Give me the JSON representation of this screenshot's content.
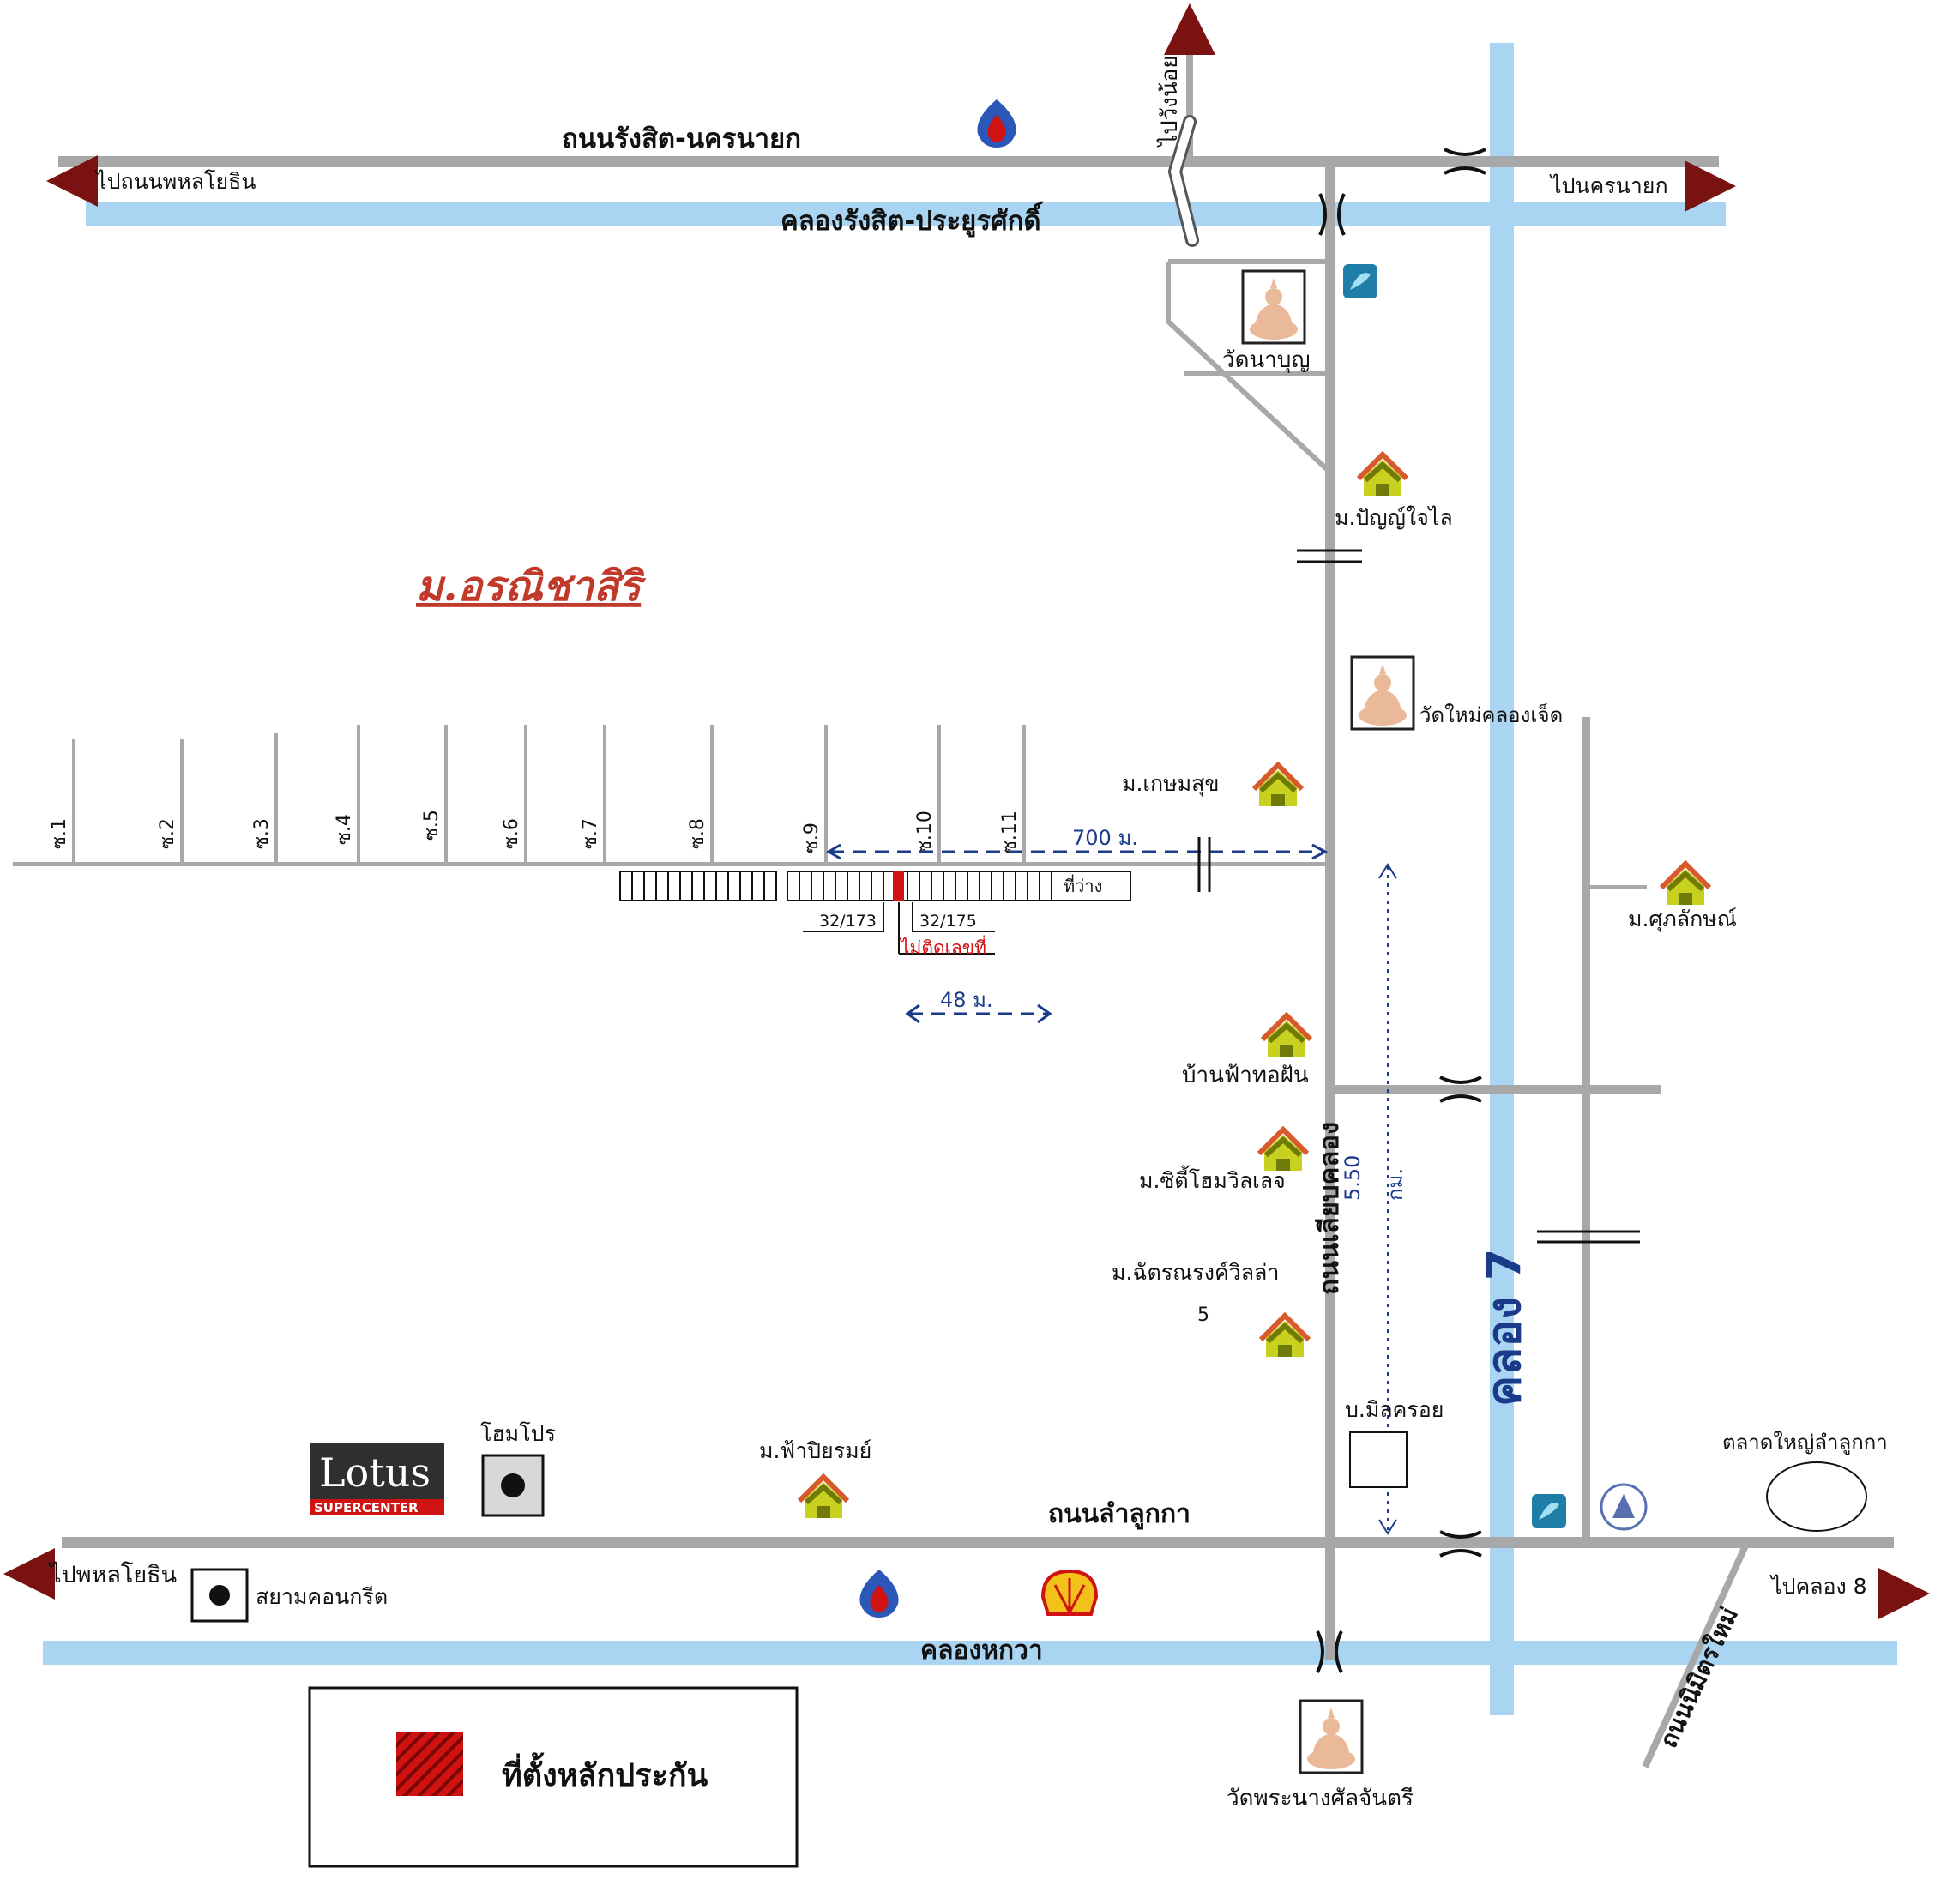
{
  "roads": {
    "rangsit_nakhonnayok": "ถนนรังสิต-นครนายก",
    "to_phahonyothin_top": "ไปถนนพหลโยธิน",
    "to_nakhonnayok": "ไปนครนายก",
    "to_wangnoi": "ไปวังน้อย",
    "lam_luk_ka": "ถนนลำลูกกา",
    "to_phahonyothin_bottom": "ไปพหลโยธิน",
    "to_khlong8": "ไปคลอง 8",
    "khlong_side_road": "ถนนเลียบคลอง",
    "nimit_mai": "ถนนนิมิตรใหม่"
  },
  "canals": {
    "rangsit_prayunsak": "คลองรังสิต-ประยูรศักดิ์",
    "khlong7": "คลอง 7",
    "hok_wa": "คลองหกวา"
  },
  "places": {
    "village_main": "ม.อรณิชาสิริ",
    "wat_na_bun": "วัดนาบุญ",
    "ban_panyachai": "ม.ปัญญ์ใจไล",
    "wat_mai_khlong7": "วัดใหม่คลองเจ็ด",
    "kasemsuk": "ม.เกษมสุข",
    "suphalak": "ม.ศุภลักษณ์",
    "ban_fa_hod_fan": "บ้านฟ้าทอฝัน",
    "city_home": "ม.ซิตี้โฮมวิลเลจ",
    "chattarana": "ม.ฉัตรณรงค์วิลล่า",
    "chattarana_num": "5",
    "millcroy": "บ.มิลครอย",
    "fa_piyarom": "ม.ฟ้าปิยรมย์",
    "homepro": "โฮมโปร",
    "siam_concrete": "สยามคอนกรีต",
    "talad_lamlukka": "ตลาดใหญ่ลำลูกกา",
    "wat_phra_nang": "วัดพระนางศัลจันตรี"
  },
  "lotus": {
    "brand": "Lotus",
    "sub": "SUPERCENTER"
  },
  "sois": [
    "ซ.1",
    "ซ.2",
    "ซ.3",
    "ซ.4",
    "ซ.5",
    "ซ.6",
    "ซ.7",
    "ซ.8",
    "ซ.9",
    "ซ.10",
    "ซ.11"
  ],
  "plot": {
    "vacant": "ที่ว่าง",
    "left_no": "32/173",
    "right_no": "32/175",
    "no_number": "ไม่ติดเลขที่"
  },
  "distances": {
    "d700": "700 ม.",
    "d48": "48 ม.",
    "d550_value": "5.50",
    "d550_unit": "กม."
  },
  "legend": {
    "label": "ที่ตั้งหลักประกัน"
  },
  "colors": {
    "canal": "#a9d4f2",
    "road": "#a8a8a8",
    "arrow": "#7a1212",
    "dist_blue": "#1a3a8a",
    "house": "#c8d020",
    "roof": "#d85a2a",
    "collateral": "#d11212"
  }
}
